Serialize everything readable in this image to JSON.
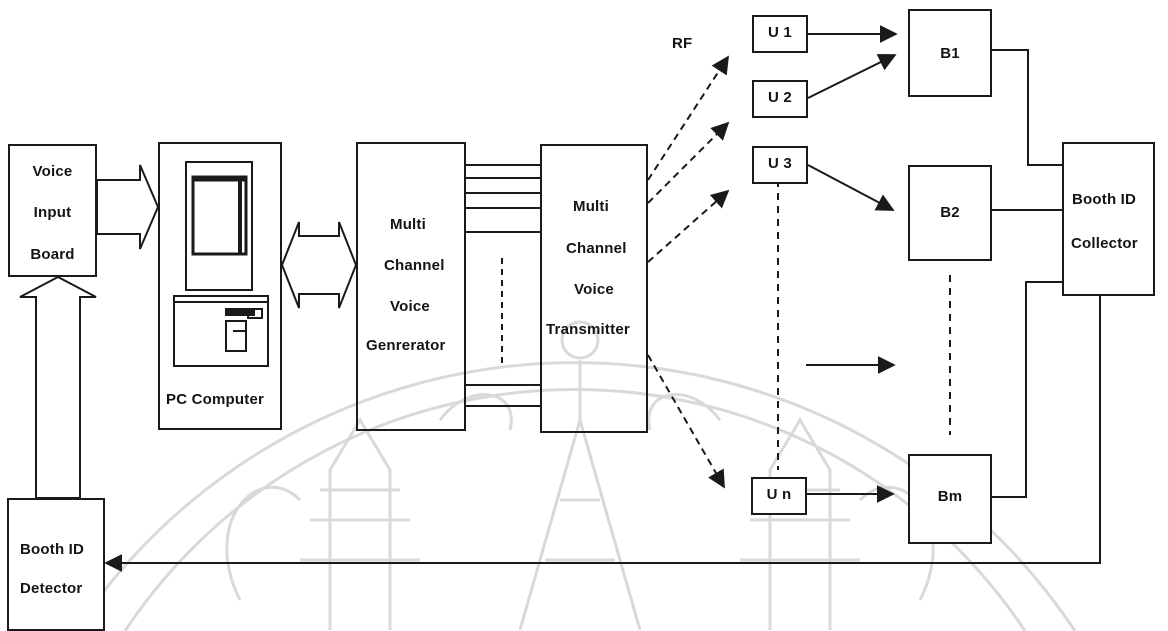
{
  "diagram": {
    "voice_input_board": {
      "line1": "Voice",
      "line2": "Input",
      "line3": "Board"
    },
    "pc_computer": {
      "label": "PC Computer"
    },
    "voice_generator": {
      "line1": "Multi",
      "line2": "Channel",
      "line3": "Voice",
      "line4": "Genrerator"
    },
    "voice_transmitter": {
      "line1": "Multi",
      "line2": "Channel",
      "line3": "Voice",
      "line4": "Transmitter"
    },
    "rf_label": "RF",
    "units": [
      "U 1",
      "U 2",
      "U 3",
      "U n"
    ],
    "booths": [
      "B1",
      "B2",
      "Bm"
    ],
    "booth_id_collector": {
      "line1": "Booth ID",
      "line2": "Collector"
    },
    "booth_id_detector": {
      "line1": "Booth ID",
      "line2": "Detector"
    }
  }
}
